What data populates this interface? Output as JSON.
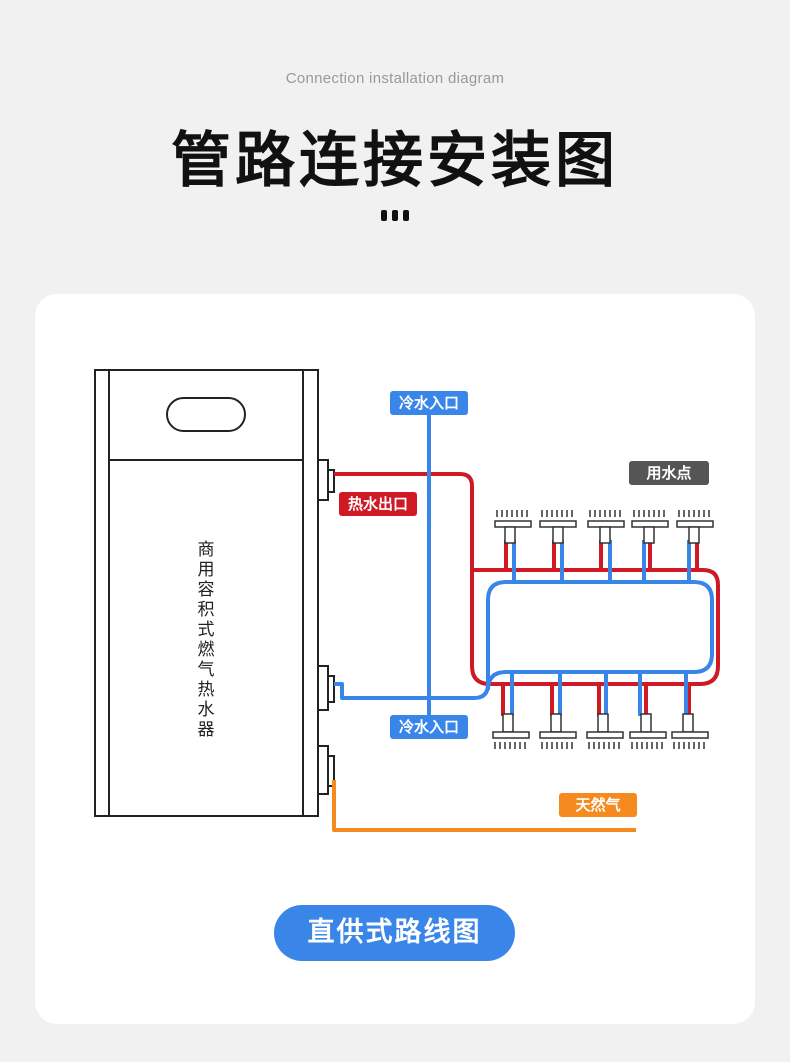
{
  "header": {
    "subtitle": "Connection installation diagram",
    "title": "管路连接安装图"
  },
  "diagram": {
    "heater_label": "商用容积式燃气热水器",
    "labels": {
      "cold_in_top": "冷水入口",
      "cold_in_bottom": "冷水入口",
      "hot_out": "热水出口",
      "use_point": "用水点",
      "gas": "天然气"
    },
    "colors": {
      "cold": "#3a86e8",
      "hot": "#cf1a26",
      "gas": "#f58a1f",
      "use_point_bg": "#555555",
      "outline": "#222222"
    }
  },
  "footer": {
    "mode_label": "直供式路线图"
  }
}
